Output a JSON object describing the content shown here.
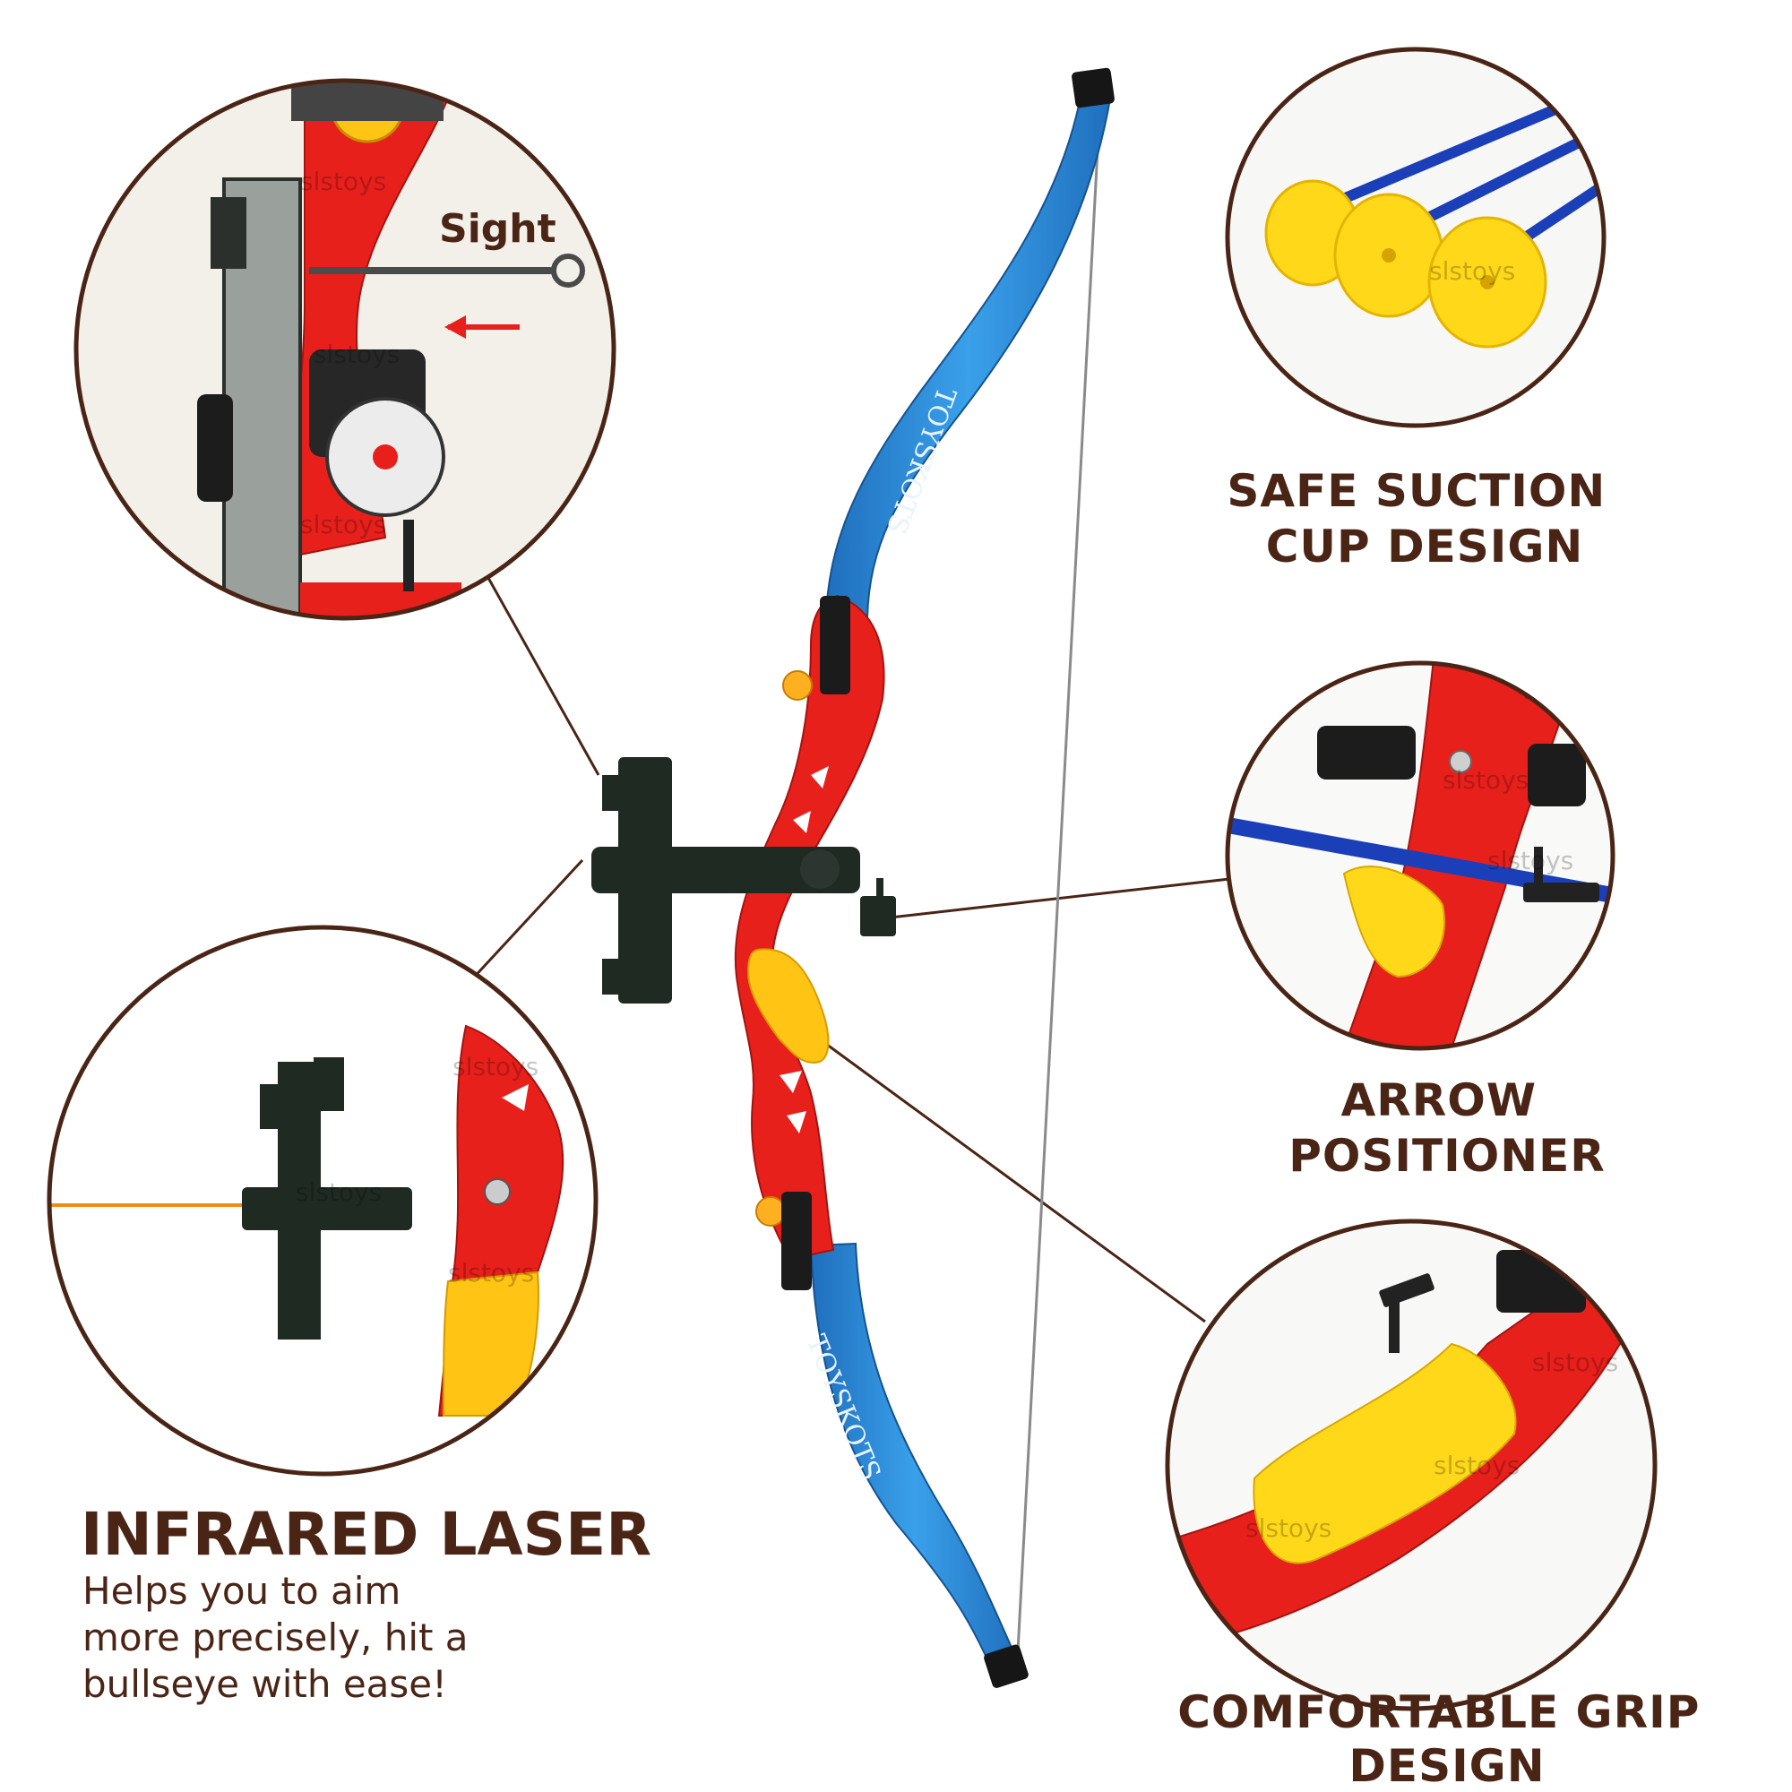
{
  "labels": {
    "sight": "Sight",
    "suction": "SAFE SUCTION\nCUP DESIGN",
    "arrow": "ARROW\nPOSITIONER",
    "grip": "COMFORTABLE GRIP\nDESIGN",
    "laser_title": "INFRARED LASER",
    "laser_desc": "Helps you to aim\nmore precisely, hit a\nbullseye with ease!"
  },
  "watermark": "slstoys",
  "limb_text": "TOYSKOTS",
  "colors": {
    "text_brown": "#4a2516",
    "bow_red": "#e8201c",
    "limb_blue": "#2a8ad8",
    "grip_yellow": "#ffc414",
    "suction_yellow": "#ffd81a",
    "arrow_shaft": "#1a3fb8",
    "laser_orange": "#f28a18",
    "sight_black": "#1f2a22"
  }
}
